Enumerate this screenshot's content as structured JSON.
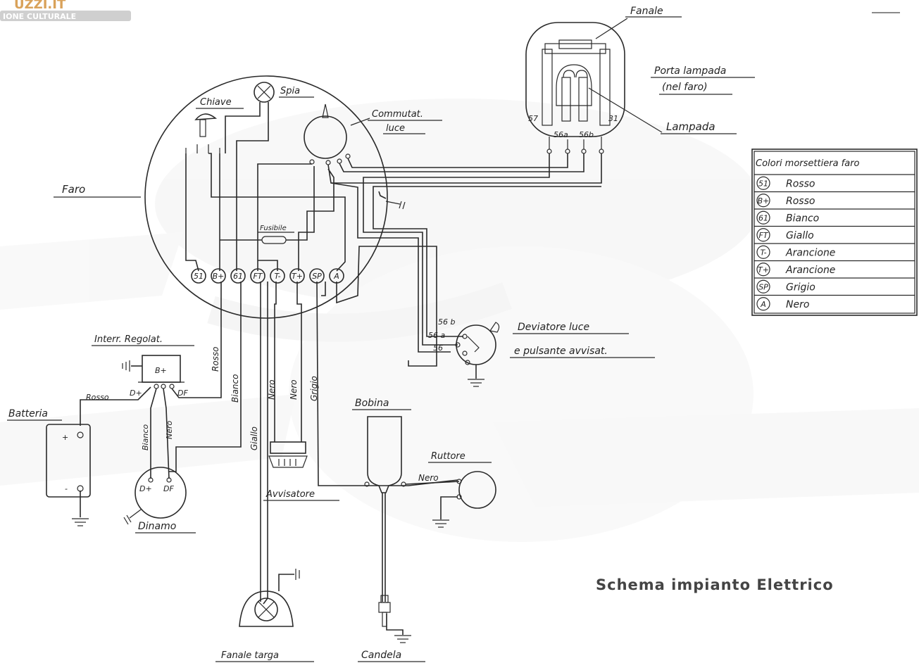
{
  "watermark": {
    "line1": "UZZI.IT",
    "line2": "IONE CULTURALE"
  },
  "title": "Schema impianto Elettrico",
  "components": {
    "fanale": "Fanale",
    "porta_lampada_1": "Porta lampada",
    "porta_lampada_2": "(nel faro)",
    "lampada": "Lampada",
    "chiave": "Chiave",
    "spia": "Spia",
    "commutat_1": "Commutat.",
    "commutat_2": "luce",
    "faro": "Faro",
    "fusibile": "Fusibile",
    "deviatore_1": "Deviatore luce",
    "deviatore_2": "e pulsante avvisat.",
    "interr_regolat": "Interr. Regolat.",
    "batteria": "Batteria",
    "dinamo": "Dinamo",
    "bobina": "Bobina",
    "ruttore": "Ruttore",
    "avvisatore": "Avvisatore",
    "fanale_targa": "Fanale targa",
    "candela": "Candela"
  },
  "lamp_terminals": [
    "57",
    "56a",
    "56b",
    "31"
  ],
  "faro_terminals": [
    "51",
    "B+",
    "61",
    "FT",
    "T-",
    "T+",
    "SP",
    "A"
  ],
  "deviatore_terminals": [
    "56 b",
    "56 a",
    "56"
  ],
  "regolatore": {
    "bplus": "B+",
    "dplus": "D+",
    "df": "DF"
  },
  "dinamo_terminals": {
    "dplus": "D+",
    "df": "DF"
  },
  "batteria_terminals": {
    "plus": "+",
    "minus": "-"
  },
  "wire_labels": {
    "rosso_reg": "Rosso",
    "rosso_bat": "Rosso",
    "bianco_main": "Bianco",
    "bianco_dyn": "Bianco",
    "nero_dyn": "Nero",
    "nero_1": "Nero",
    "nero_2": "Nero",
    "grigio": "Grigio",
    "giallo": "Giallo",
    "nero_ruttore": "Nero"
  },
  "legend": {
    "title": "Colori morsettiera faro",
    "rows": [
      {
        "code": "51",
        "color": "Rosso"
      },
      {
        "code": "B+",
        "color": "Rosso"
      },
      {
        "code": "61",
        "color": "Bianco"
      },
      {
        "code": "FT",
        "color": "Giallo"
      },
      {
        "code": "T-",
        "color": "Arancione"
      },
      {
        "code": "T+",
        "color": "Arancione"
      },
      {
        "code": "SP",
        "color": "Grigio"
      },
      {
        "code": "A",
        "color": "Nero"
      }
    ]
  }
}
